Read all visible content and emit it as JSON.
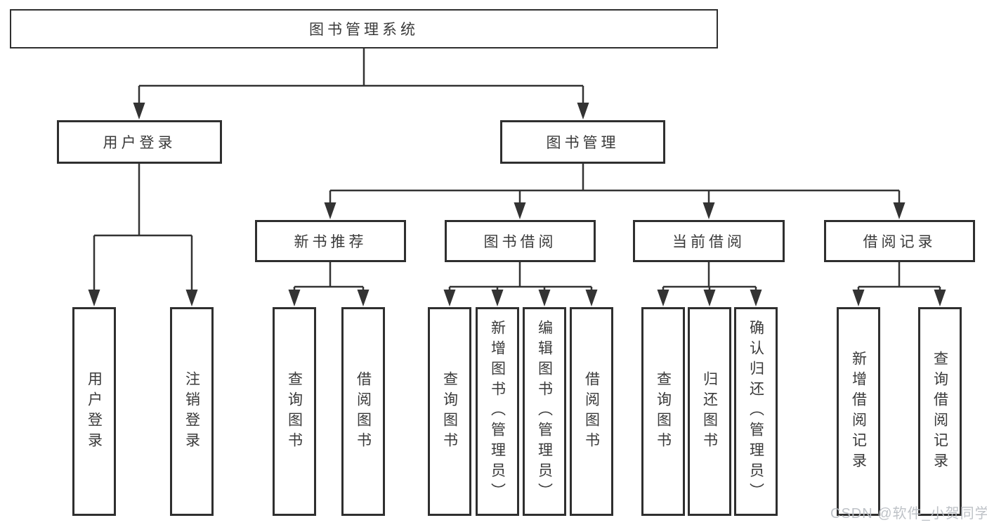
{
  "diagram_type": "hierarchy-tree",
  "root": {
    "label": "图书管理系统"
  },
  "branches": [
    {
      "label": "用户登录",
      "children": [
        {
          "label": "用户登录"
        },
        {
          "label": "注销登录"
        }
      ]
    },
    {
      "label": "图书管理",
      "sections": [
        {
          "label": "新书推荐",
          "children": [
            {
              "label": "查询图书"
            },
            {
              "label": "借阅图书"
            }
          ]
        },
        {
          "label": "图书借阅",
          "children": [
            {
              "label": "查询图书"
            },
            {
              "label": "新增图书（管理员）"
            },
            {
              "label": "编辑图书（管理员）"
            },
            {
              "label": "借阅图书"
            }
          ]
        },
        {
          "label": "当前借阅",
          "children": [
            {
              "label": "查询图书"
            },
            {
              "label": "归还图书"
            },
            {
              "label": "确认归还（管理员）"
            }
          ]
        },
        {
          "label": "借阅记录",
          "children": [
            {
              "label": "新增借阅记录"
            },
            {
              "label": "查询借阅记录"
            }
          ]
        }
      ]
    }
  ],
  "watermark": {
    "text": "CSDN @软件_小贺同学"
  },
  "colors": {
    "line": "#333333",
    "box-border": "#2f2f2f",
    "text": "#3a3a3a",
    "watermark": "#b9bdc3",
    "background": "#ffffff"
  }
}
